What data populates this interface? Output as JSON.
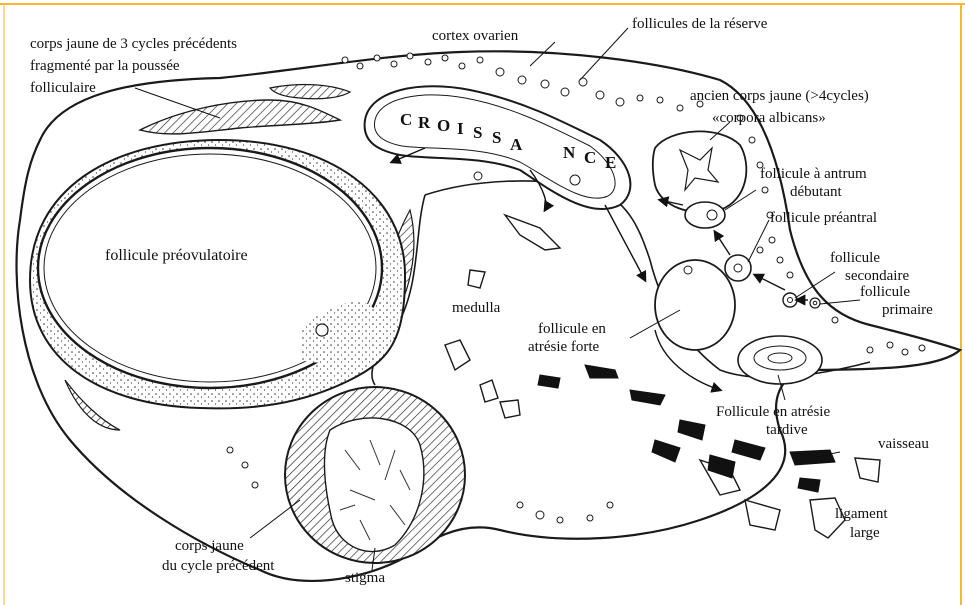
{
  "colors": {
    "border": "#f5b82e",
    "ink": "#1a1a1a",
    "paper": "#ffffff"
  },
  "labels": {
    "corps_jaune_3_l1": "corps jaune de 3 cycles précédents",
    "corps_jaune_3_l2": "fragmenté par la poussée",
    "corps_jaune_3_l3": "folliculaire",
    "cortex": "cortex ovarien",
    "reserve": "follicules de la réserve",
    "albicans_l1": "ancien corps jaune (>4cycles)",
    "albicans_l2": "«corpora albicans»",
    "antrum_l1": "follicule à antrum",
    "antrum_l2": "débutant",
    "preantral": "follicule préantral",
    "secondaire_l1": "follicule",
    "secondaire_l2": "secondaire",
    "primaire_l1": "follicule",
    "primaire_l2": "primaire",
    "preovulatoire": "follicule préovulatoire",
    "medulla": "medulla",
    "atresie_forte_l1": "follicule en",
    "atresie_forte_l2": "atrésie forte",
    "atresie_tardive_l1": "Follicule en atrésie",
    "atresie_tardive_l2": "tardive",
    "vaisseau": "vaisseau",
    "ligament_l1": "ligament",
    "ligament_l2": "large",
    "corps_jaune_prec_l1": "corps jaune",
    "corps_jaune_prec_l2": "du cycle précédent",
    "stigma": "stigma"
  },
  "croissance_letters": [
    "C",
    "R",
    "O",
    "I",
    "S",
    "S",
    "A",
    "N",
    "C",
    "E"
  ]
}
